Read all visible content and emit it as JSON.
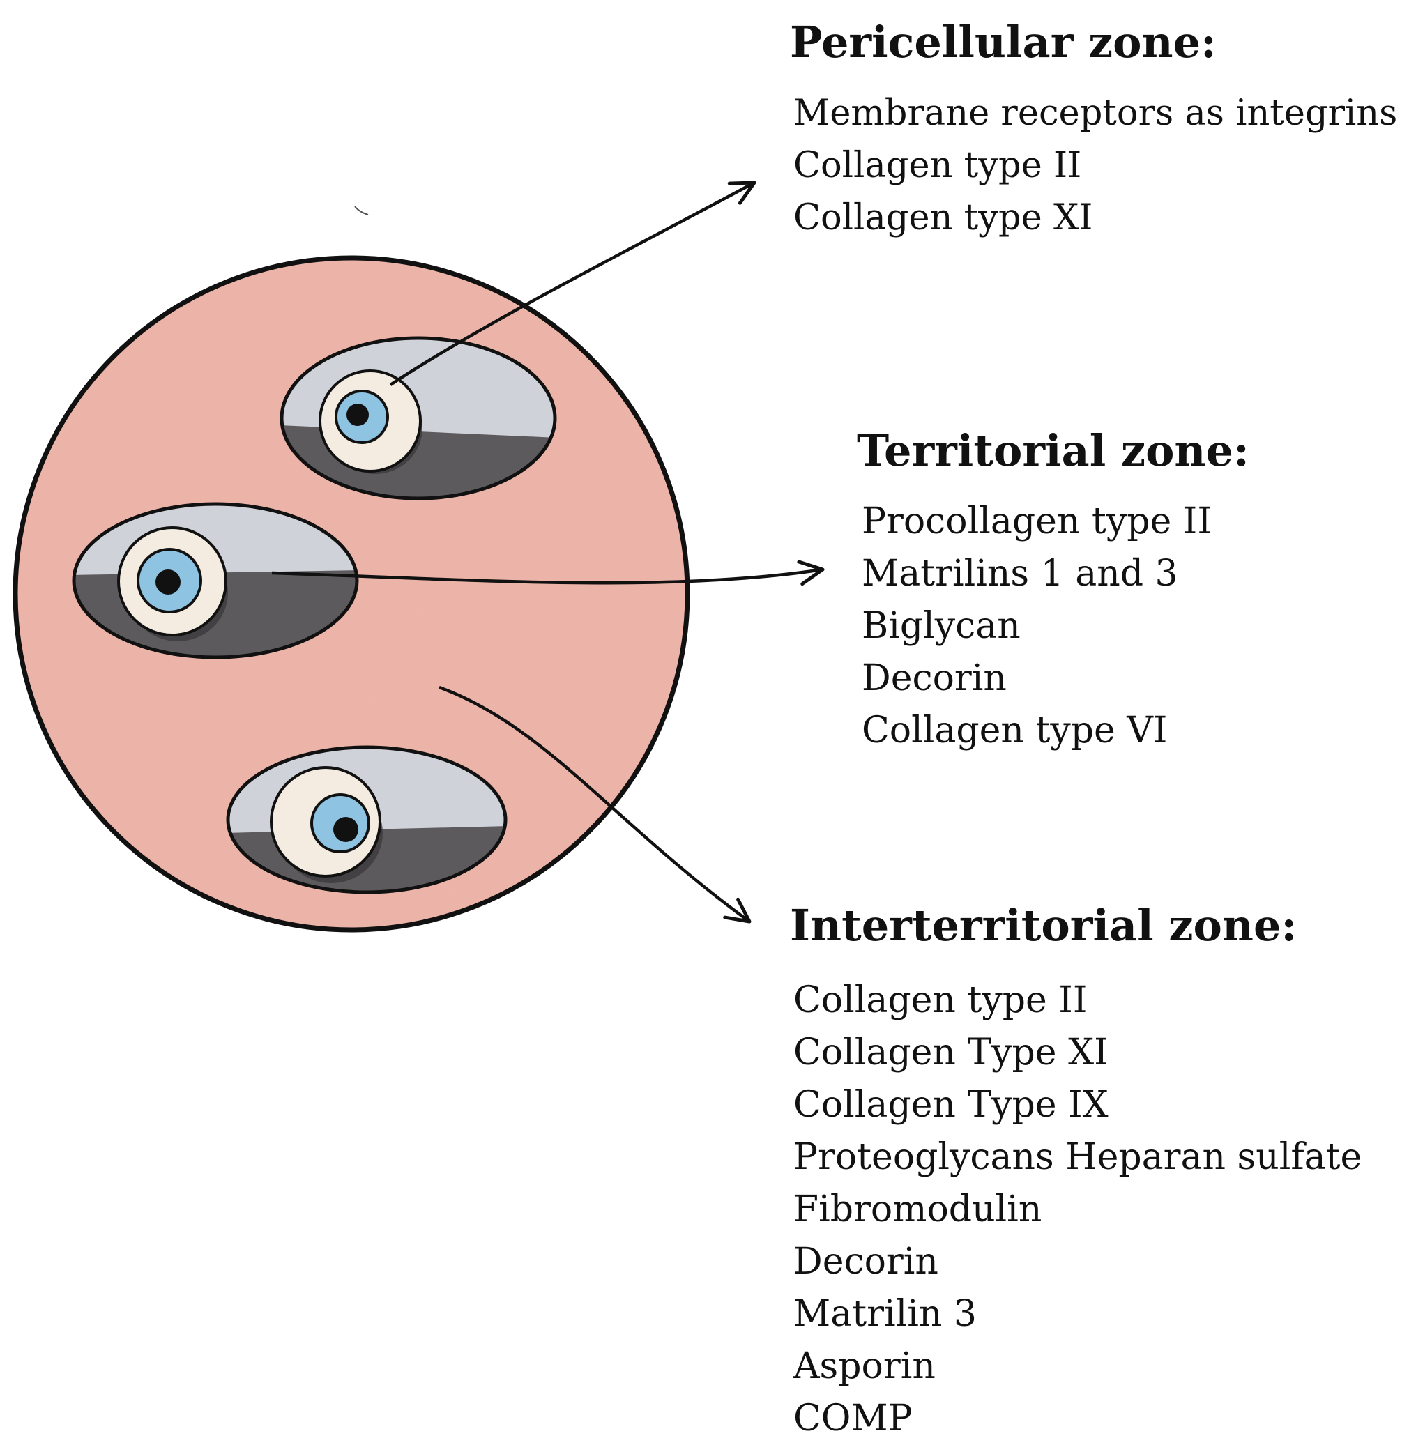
{
  "colors": {
    "matrix": "#eeb4a8",
    "outline": "#111111",
    "lacuna_light": "#cfd2d9",
    "lacuna_dark": "#5c5a5c",
    "cell_body": "#f4ece1",
    "nucleus": "#8ec3e2",
    "nucleolus": "#111111"
  },
  "zones": {
    "pericellular": {
      "title": "Pericellular zone:",
      "items": [
        "Membrane receptors as integrins",
        "Collagen type II",
        "Collagen type XI"
      ]
    },
    "territorial": {
      "title": "Territorial zone:",
      "items": [
        "Procollagen type II",
        "Matrilins 1 and 3",
        "Biglycan",
        "Decorin",
        "Collagen type VI"
      ]
    },
    "interterritorial": {
      "title": "Interterritorial zone:",
      "items": [
        "Collagen type II",
        "Collagen Type XI",
        "Collagen Type IX",
        "Proteoglycans Heparan sulfate",
        "Fibromodulin",
        "Decorin",
        "Matrilin 3",
        "Asporin",
        "COMP"
      ]
    }
  }
}
